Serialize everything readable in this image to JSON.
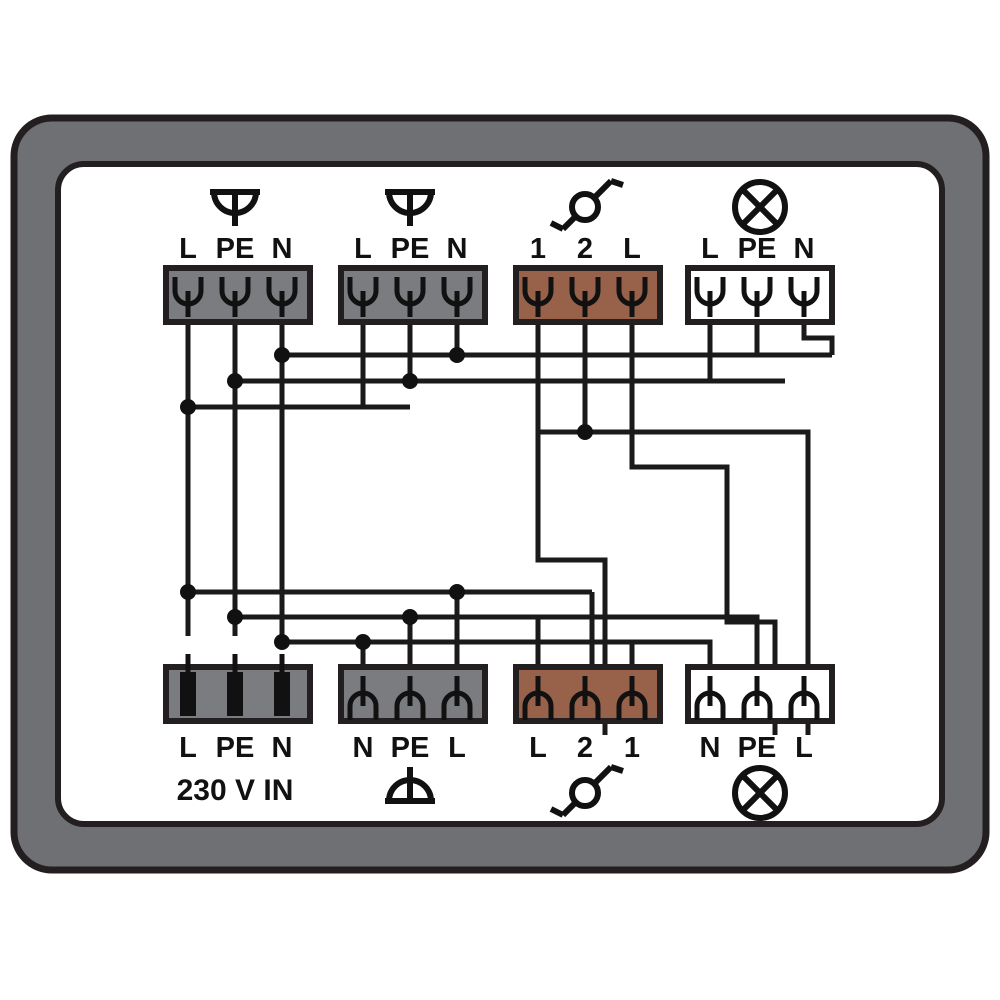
{
  "device": {
    "name": "distribution-box-wiring-diagram",
    "caption": "230 V IN",
    "colors": {
      "frame": "#6E7073",
      "frame_outline": "#231F20",
      "inner_face": "#FFFFFF",
      "connector_gray": "#7A7C7F",
      "connector_brown": "#97614A",
      "connector_white": "#FFFFFF",
      "wire": "#1A1A1A",
      "pin_black": "#111111"
    }
  },
  "connectors": {
    "top": [
      {
        "id": "top-socket-left",
        "symbol": "socket-outlet-icon",
        "fill": "gray",
        "pin_style": "female",
        "terminals": [
          "L",
          "PE",
          "N"
        ]
      },
      {
        "id": "top-socket-mid",
        "symbol": "socket-outlet-icon",
        "fill": "gray",
        "pin_style": "female",
        "terminals": [
          "L",
          "PE",
          "N"
        ]
      },
      {
        "id": "top-switch",
        "symbol": "switch-icon",
        "fill": "brown",
        "pin_style": "female",
        "terminals": [
          "1",
          "2",
          "L"
        ]
      },
      {
        "id": "top-lamp",
        "symbol": "lamp-icon",
        "fill": "white",
        "pin_style": "female",
        "terminals": [
          "L",
          "PE",
          "N"
        ]
      }
    ],
    "bottom": [
      {
        "id": "bottom-mains-in",
        "symbol": "none",
        "fill": "gray",
        "pin_style": "male",
        "terminals": [
          "L",
          "PE",
          "N"
        ],
        "caption": "230 V IN"
      },
      {
        "id": "bottom-socket",
        "symbol": "socket-outlet-inverted-icon",
        "fill": "gray",
        "pin_style": "female",
        "terminals": [
          "N",
          "PE",
          "L"
        ]
      },
      {
        "id": "bottom-switch",
        "symbol": "switch-icon",
        "fill": "brown",
        "pin_style": "female",
        "terminals": [
          "L",
          "2",
          "1"
        ]
      },
      {
        "id": "bottom-lamp",
        "symbol": "lamp-icon",
        "fill": "white",
        "pin_style": "female",
        "terminals": [
          "N",
          "PE",
          "L"
        ]
      }
    ]
  },
  "buses": {
    "top_rows": [
      "L",
      "PE",
      "N"
    ],
    "bottom_rows": [
      "L",
      "PE",
      "N"
    ]
  }
}
